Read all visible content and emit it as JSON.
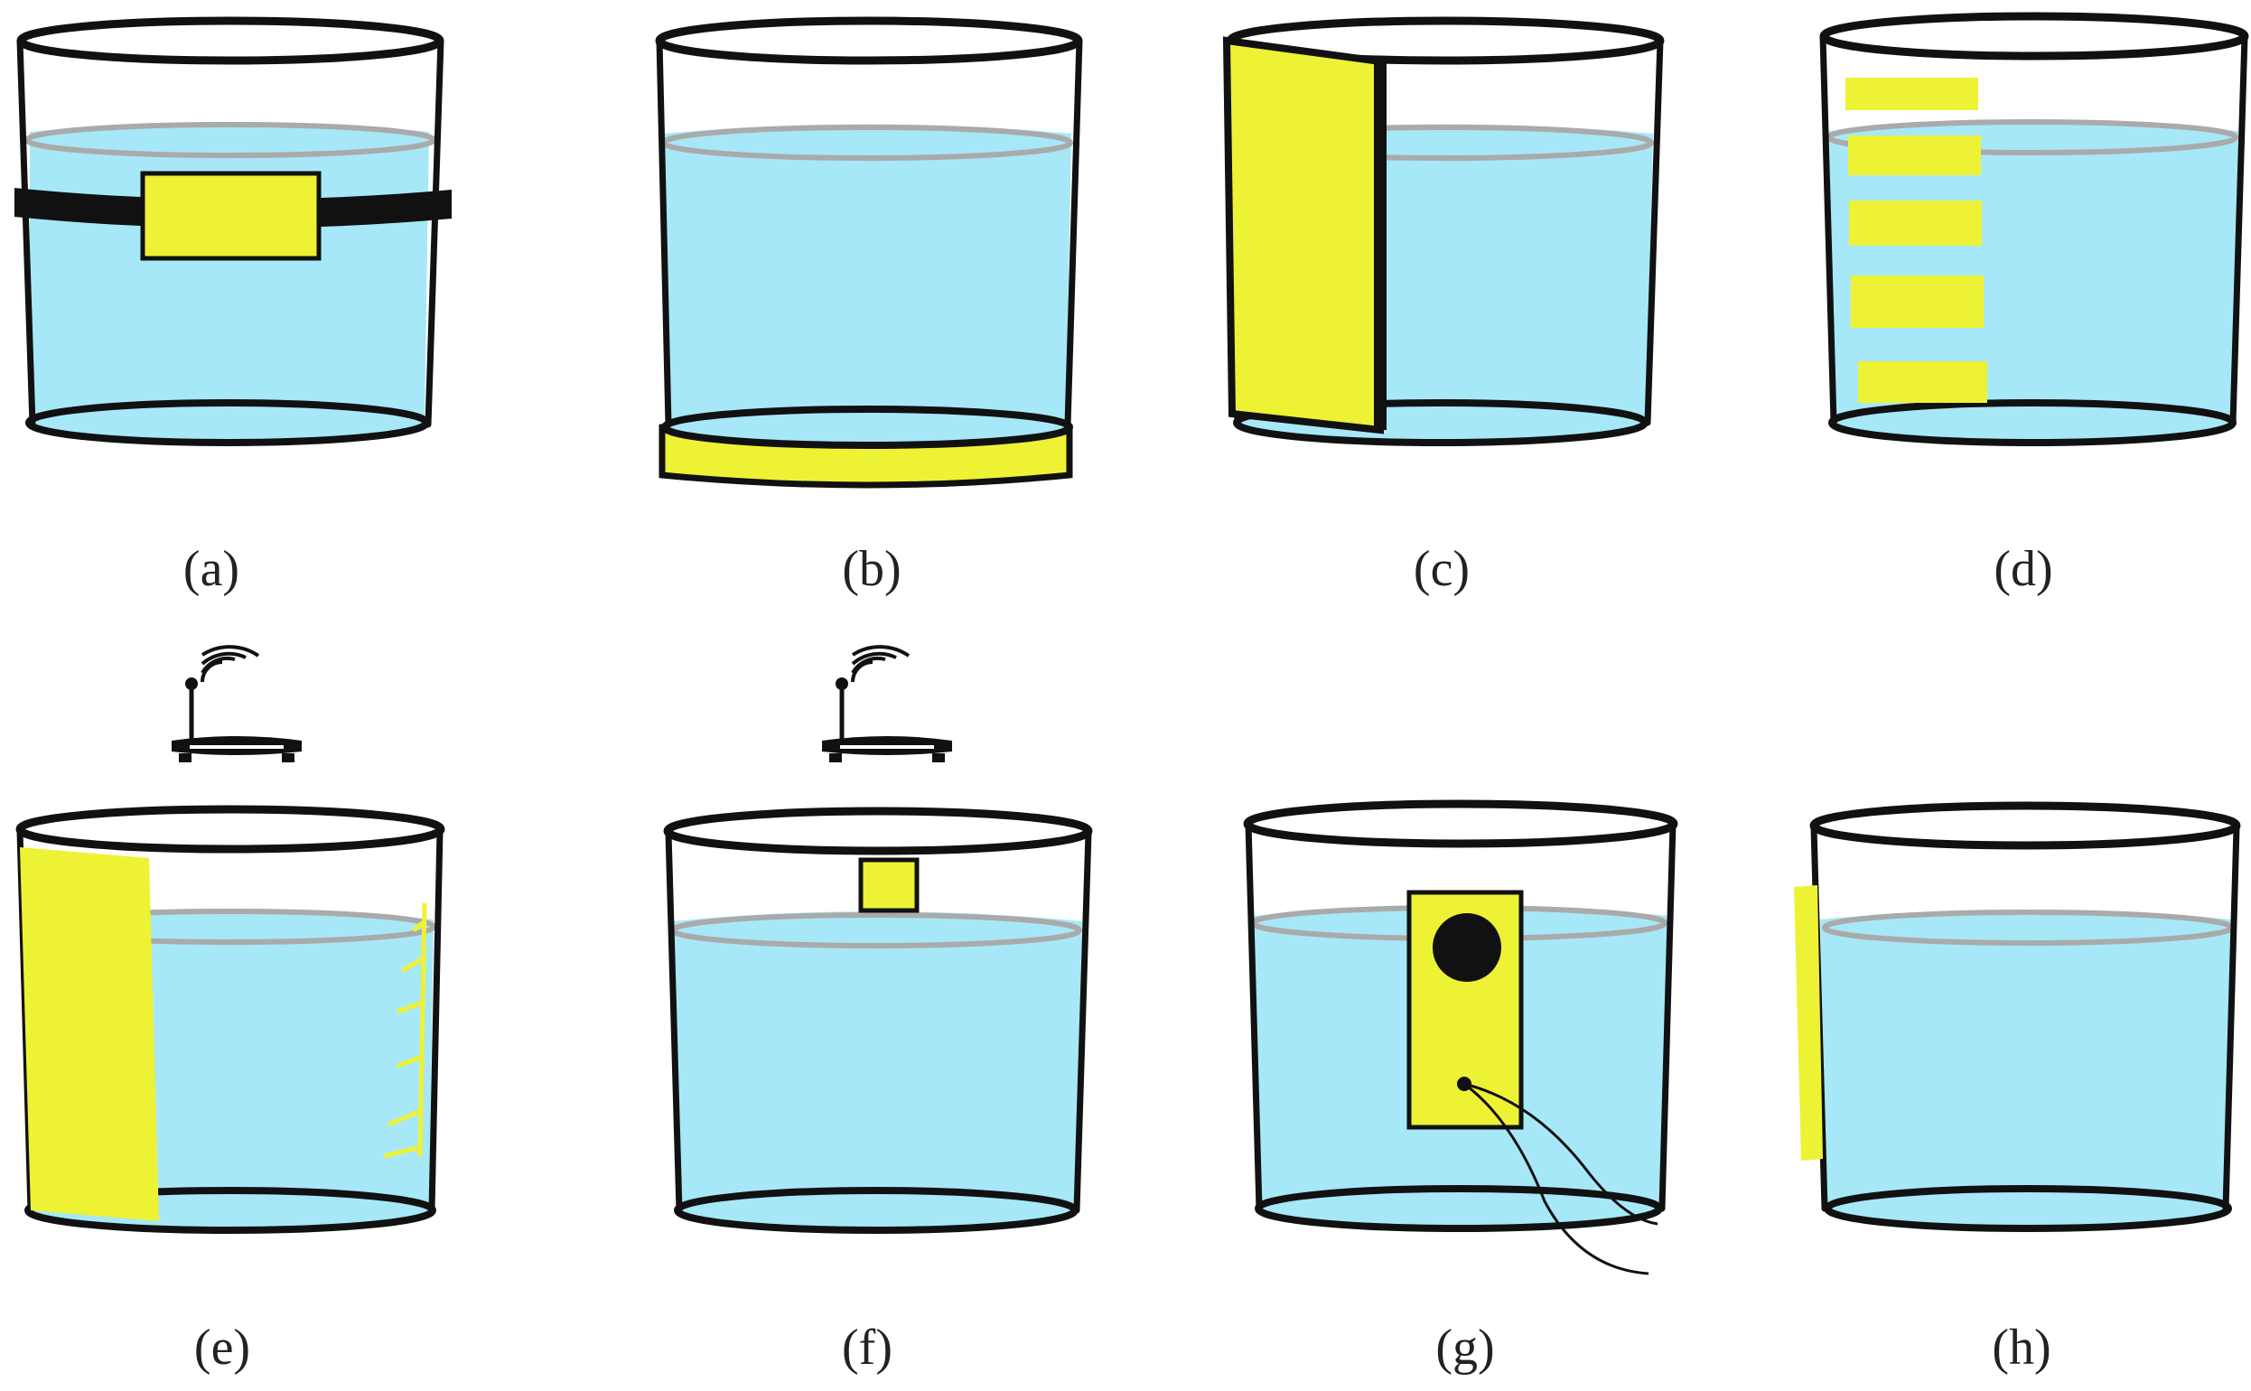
{
  "figure": {
    "panels": [
      {
        "id": "a",
        "label": "(a)"
      },
      {
        "id": "b",
        "label": "(b)"
      },
      {
        "id": "c",
        "label": "(c)"
      },
      {
        "id": "d",
        "label": "(d)"
      },
      {
        "id": "e",
        "label": "(e)"
      },
      {
        "id": "f",
        "label": "(f)"
      },
      {
        "id": "g",
        "label": "(g)"
      },
      {
        "id": "h",
        "label": "(h)"
      }
    ],
    "colors": {
      "water": "#A6E8F7",
      "sensor": "#EEF234",
      "outline": "#111111",
      "water_surface": "#AAAAAA",
      "background": "#FFFFFF"
    },
    "icons": [
      "wifi-router-icon",
      "wifi-router-icon"
    ]
  }
}
